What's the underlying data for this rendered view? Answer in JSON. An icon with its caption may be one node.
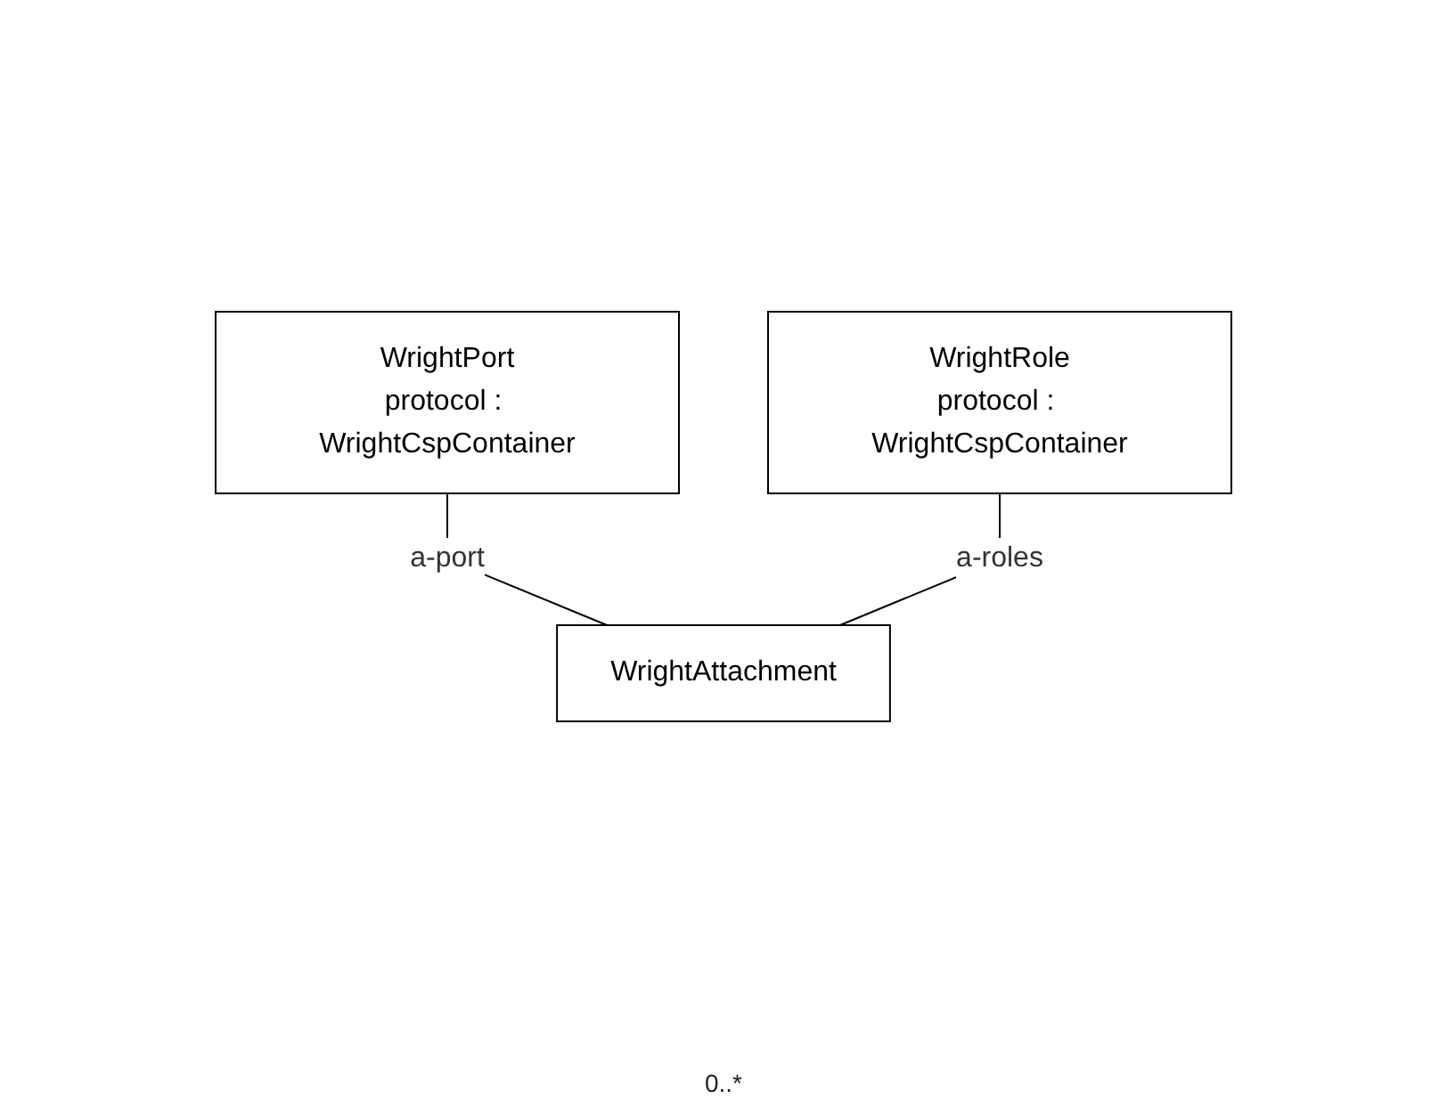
{
  "diagram": {
    "nodes": [
      {
        "text": [
          "WrightPort",
          "protocol : WrightCspContainer"
        ]
      },
      {
        "text": [
          "WrightRole",
          "protocol : WrightCspContainer"
        ]
      },
      {
        "text": [
          "WrightAttachment"
        ]
      }
    ],
    "edges": [
      {
        "from": 0,
        "to": 2,
        "arrow": "none",
        "label": "a-port"
      },
      {
        "from": 1,
        "to": 2,
        "arrow": "none",
        "label": "a-roles"
      }
    ],
    "labels": [
      "0..*"
    ]
  }
}
